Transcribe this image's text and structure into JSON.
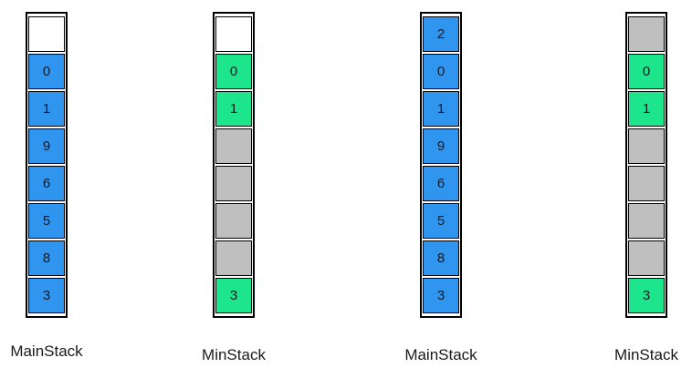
{
  "diagram": {
    "description": "Min Stack data structure illustration with paired main and min stacks"
  },
  "colors": {
    "blue": "#3095EE",
    "green": "#1DE58C",
    "gray": "#BFBFBF",
    "empty": "#FFFFFF",
    "cell_border": "#000000",
    "box_border": "#000000",
    "digit_text": "#131821",
    "label_text": "#1A1A1A",
    "background": "#FFFFFF"
  },
  "stacks": [
    {
      "label": "MainStack",
      "cells": [
        {
          "value": "",
          "color": "empty"
        },
        {
          "value": "0",
          "color": "blue"
        },
        {
          "value": "1",
          "color": "blue"
        },
        {
          "value": "9",
          "color": "blue"
        },
        {
          "value": "6",
          "color": "blue"
        },
        {
          "value": "5",
          "color": "blue"
        },
        {
          "value": "8",
          "color": "blue"
        },
        {
          "value": "3",
          "color": "blue"
        }
      ]
    },
    {
      "label": "MinStack",
      "cells": [
        {
          "value": "",
          "color": "empty"
        },
        {
          "value": "0",
          "color": "green"
        },
        {
          "value": "1",
          "color": "green"
        },
        {
          "value": "",
          "color": "gray"
        },
        {
          "value": "",
          "color": "gray"
        },
        {
          "value": "",
          "color": "gray"
        },
        {
          "value": "",
          "color": "gray"
        },
        {
          "value": "3",
          "color": "green"
        }
      ]
    },
    {
      "label": "MainStack",
      "cells": [
        {
          "value": "2",
          "color": "blue"
        },
        {
          "value": "0",
          "color": "blue"
        },
        {
          "value": "1",
          "color": "blue"
        },
        {
          "value": "9",
          "color": "blue"
        },
        {
          "value": "6",
          "color": "blue"
        },
        {
          "value": "5",
          "color": "blue"
        },
        {
          "value": "8",
          "color": "blue"
        },
        {
          "value": "3",
          "color": "blue"
        }
      ]
    },
    {
      "label": "MinStack",
      "cells": [
        {
          "value": "",
          "color": "gray"
        },
        {
          "value": "0",
          "color": "green"
        },
        {
          "value": "1",
          "color": "green"
        },
        {
          "value": "",
          "color": "gray"
        },
        {
          "value": "",
          "color": "gray"
        },
        {
          "value": "",
          "color": "gray"
        },
        {
          "value": "",
          "color": "gray"
        },
        {
          "value": "3",
          "color": "green"
        }
      ]
    }
  ]
}
